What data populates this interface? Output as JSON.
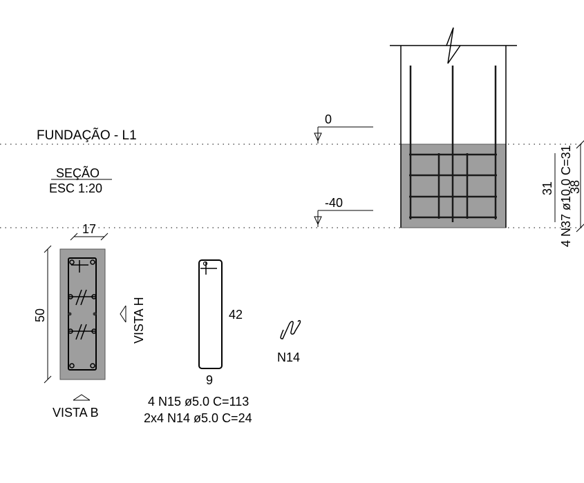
{
  "labels": {
    "foundation": "FUNDAÇÃO - L1",
    "section_title": "SEÇÃO",
    "section_scale": "ESC 1:20",
    "level_top": "0",
    "level_bottom": "-40",
    "bars_long": "4 N37 ø10.0 C=31",
    "dim_31": "31",
    "dim_38": "38",
    "dim_17": "17",
    "dim_50": "50",
    "vista_h": "VISTA H",
    "vista_b": "VISTA B",
    "stirrup_height": "42",
    "stirrup_width": "9",
    "stirrup_mark": "N14",
    "schedule_1": "4 N15 ø5.0 C=113",
    "schedule_2": "2x4 N14 ø5.0 C=24"
  },
  "colors": {
    "concrete": "#9e9e9e",
    "line": "#000000"
  }
}
